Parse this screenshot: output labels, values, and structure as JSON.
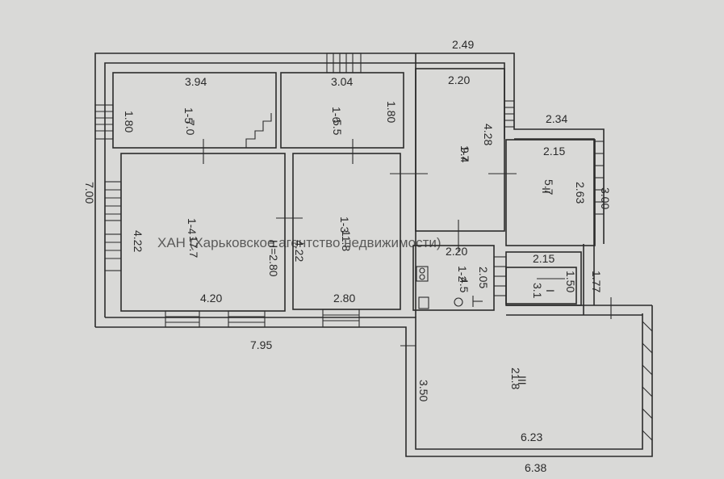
{
  "plan": {
    "overall_width_top": "2.49",
    "overall_width_bottom": "7.95",
    "overall_height": "7.00",
    "ceiling_height": "H=2.80",
    "watermark": "ХАН (Харьковское агентство недвижимости)",
    "rooms": [
      {
        "id": "1-5",
        "area": "7.0",
        "width": "3.94",
        "height": "1.80"
      },
      {
        "id": "1-6",
        "area": "5.5",
        "width": "3.04",
        "height": "1.80"
      },
      {
        "id": "1-7",
        "area": "9.4",
        "width": "2.20",
        "height": "4.28"
      },
      {
        "id": "1-4",
        "area": "17.7",
        "width": "4.20",
        "height": "4.22"
      },
      {
        "id": "1-3",
        "area": "11.8",
        "width": "2.80",
        "height": "4.22"
      },
      {
        "id": "1-2",
        "area": "4.5",
        "width": "2.20",
        "height": "2.05"
      },
      {
        "id": "II",
        "area": "5.7",
        "width": "2.15",
        "height": "2.63",
        "outer_width": "2.34",
        "outer_height": "3.00"
      },
      {
        "id": "I",
        "area": "3.1",
        "width": "2.15",
        "height": "1.50",
        "outer_height": "1.77"
      },
      {
        "id": "III",
        "area": "21.8",
        "width": "6.23",
        "height": "3.50",
        "outer_width": "6.38"
      }
    ]
  }
}
